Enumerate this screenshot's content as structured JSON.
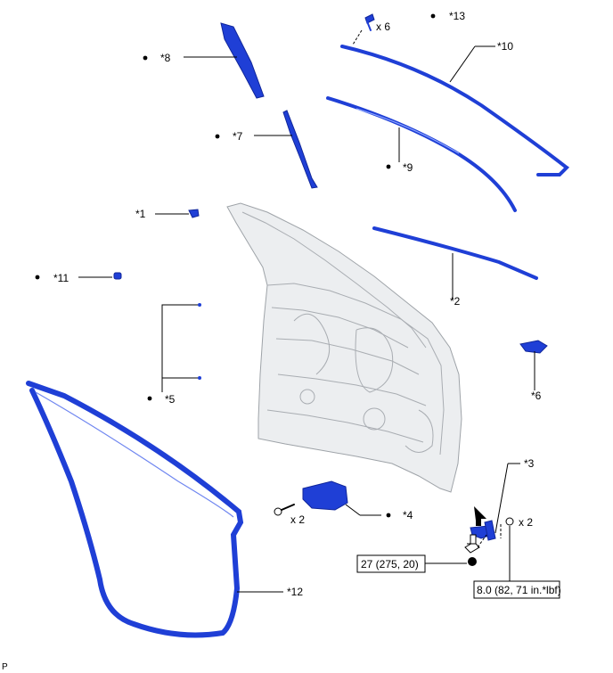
{
  "labels": {
    "c1": "*1",
    "c2": "*2",
    "c3": "*3",
    "c4": "*4",
    "c5": "*5",
    "c6": "*6",
    "c7": "*7",
    "c8": "*8",
    "c9": "*9",
    "c10": "*10",
    "c11": "*11",
    "c12": "*12",
    "c13": "*13"
  },
  "quantities": {
    "q13": "x 6",
    "q4": "x 2",
    "q3": "x 2"
  },
  "torques": {
    "t1": "27 (275, 20)",
    "t2": "8.0 (82, 71 in.*lbf)"
  },
  "corner_mark": "P",
  "part_color": "#1f3fd6"
}
